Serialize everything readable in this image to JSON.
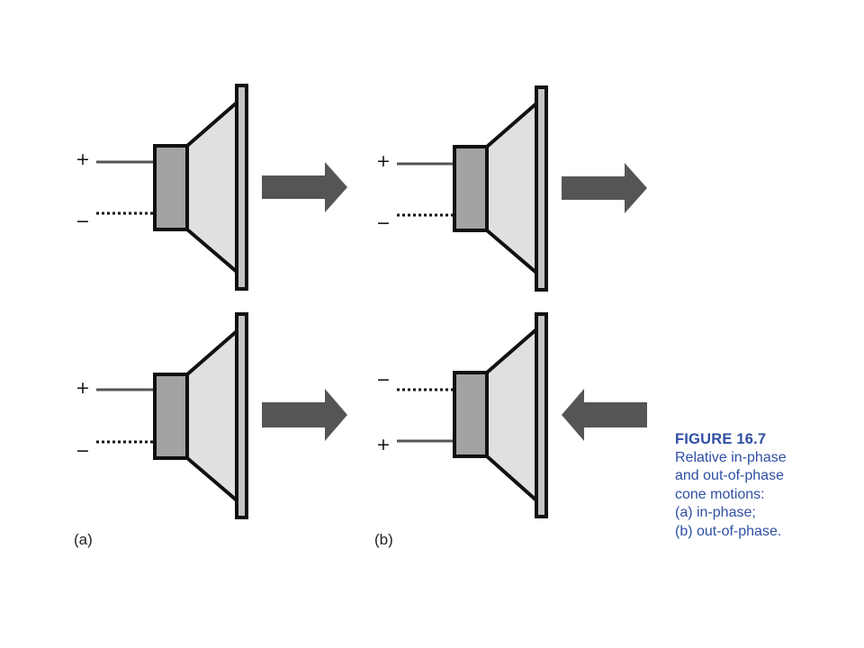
{
  "panels": [
    {
      "label": "(a)",
      "speakers": [
        {
          "top_terminal": "+",
          "bottom_terminal": "−",
          "top_wire": "solid",
          "bottom_wire": "dotted",
          "motion": "right"
        },
        {
          "top_terminal": "+",
          "bottom_terminal": "−",
          "top_wire": "solid",
          "bottom_wire": "dotted",
          "motion": "right"
        }
      ]
    },
    {
      "label": "(b)",
      "speakers": [
        {
          "top_terminal": "+",
          "bottom_terminal": "−",
          "top_wire": "solid",
          "bottom_wire": "dotted",
          "motion": "right"
        },
        {
          "top_terminal": "−",
          "bottom_terminal": "+",
          "top_wire": "dotted",
          "bottom_wire": "solid",
          "motion": "left"
        }
      ]
    }
  ],
  "caption": {
    "figure_number": "FIGURE 16.7",
    "lines": [
      "Relative in-phase",
      "and out-of-phase",
      "cone motions:",
      "(a) in-phase;",
      "(b) out-of-phase."
    ]
  },
  "colors": {
    "magnet": "#a3a3a3",
    "cone": "#e0e0e0",
    "arrow": "#555555",
    "outline": "#111111",
    "caption": "#2f4fa3"
  }
}
